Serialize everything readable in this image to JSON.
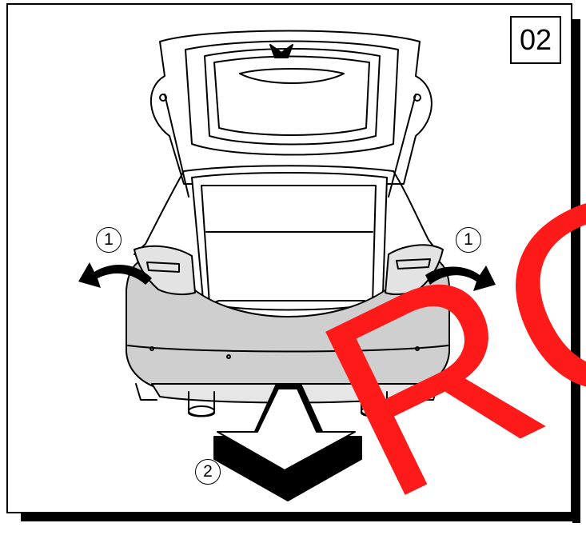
{
  "diagram": {
    "step_number": "02",
    "callouts": [
      "1",
      "1",
      "2"
    ],
    "watermark": "RO",
    "colors": {
      "line": "#000000",
      "panel_gray": "#cfcfcf",
      "watermark": "#ff1a1a",
      "background": "#ffffff"
    }
  }
}
